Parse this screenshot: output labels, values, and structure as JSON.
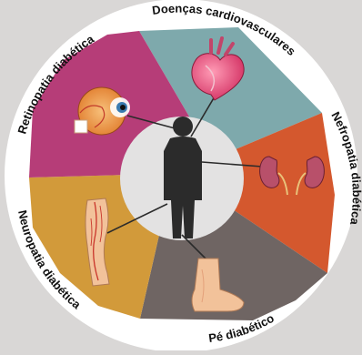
{
  "diagram": {
    "center_figure": "human-silhouette",
    "segments": [
      {
        "id": "cardio",
        "label": "Doenças cardiovasculares",
        "color": "#7ea9ac",
        "icon": "heart-icon"
      },
      {
        "id": "nefro",
        "label": "Nefropatia diabética",
        "color": "#d4582e",
        "icon": "kidneys-icon"
      },
      {
        "id": "pe",
        "label": "Pé diabético",
        "color": "#6f6563",
        "icon": "foot-icon"
      },
      {
        "id": "neuro",
        "label": "Neuropatia diabética",
        "color": "#d29a3a",
        "icon": "leg-nerves-icon"
      },
      {
        "id": "retino",
        "label": "Retinopatia diabética",
        "color": "#b63d78",
        "icon": "eye-icon"
      }
    ]
  }
}
